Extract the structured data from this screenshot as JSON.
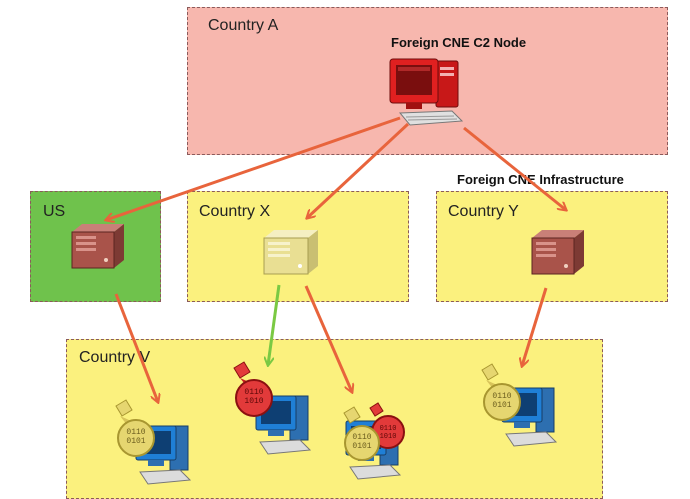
{
  "diagram": {
    "regions": {
      "country_a": {
        "label": "Country A",
        "fill": "#f7b7ae"
      },
      "us": {
        "label": "US",
        "fill": "#6fc24c"
      },
      "country_x": {
        "label": "Country X",
        "fill": "#fbf17e"
      },
      "country_y": {
        "label": "Country Y",
        "fill": "#fbf17e"
      },
      "country_v": {
        "label": "Country V",
        "fill": "#fbf17e"
      }
    },
    "captions": {
      "c2_node": "Foreign CNE C2 Node",
      "infrastructure": "Foreign CNE Infrastructure"
    },
    "colors": {
      "arrow": "#e8643c",
      "arrow_green": "#7ac943",
      "desktop_red": "#e02020",
      "server": "#a9534a",
      "server_light": "#e9df93",
      "desktop_blue": "#1f7fd6"
    },
    "icons": [
      "monitor-icon",
      "server-icon",
      "desktop-computer-icon",
      "binary-disc-icon",
      "infected-badge-icon"
    ]
  }
}
